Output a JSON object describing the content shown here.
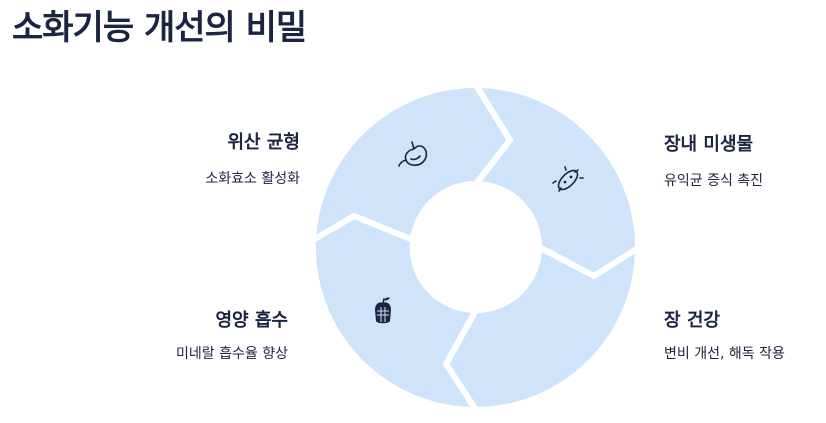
{
  "title": "소화기능 개선의 비밀",
  "colors": {
    "segment": "#cfe3fb",
    "ink": "#1b2440",
    "divider": "#ffffff"
  },
  "segments": [
    {
      "id": "top-left",
      "label": "위산 균형",
      "description": "소화효소 활성화",
      "icon": "stomach-icon"
    },
    {
      "id": "top-right",
      "label": "장내 미생물",
      "description": "유익균 증식 촉진",
      "icon": "bacteria-icon"
    },
    {
      "id": "bottom-right",
      "label": "장 건강",
      "description": "변비 개선, 해독 작용",
      "icon": "intestine-icon"
    },
    {
      "id": "bottom-left",
      "label": "영양 흡수",
      "description": "미네랄 흡수율 향상",
      "icon": "apple-basket-icon"
    }
  ]
}
